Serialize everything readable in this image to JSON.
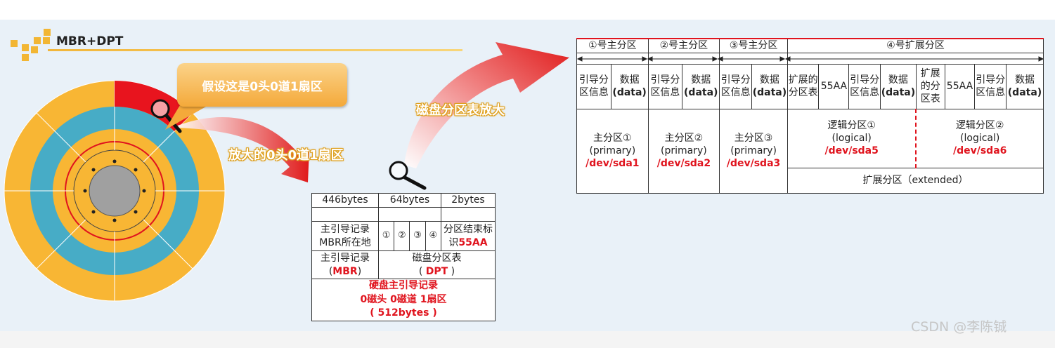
{
  "header": {
    "title": "MBR+DPT"
  },
  "callouts": {
    "sector": "假设这是0头0道1扇区",
    "zoom_sector": "放大的0头0道1扇区",
    "zoom_table": "磁盘分区表放大"
  },
  "mbr_table": {
    "size_446": "446bytes",
    "size_64": "64bytes",
    "size_2": "2bytes",
    "boot_record": "主引导记录MBR所在地",
    "entries": [
      "①",
      "②",
      "③",
      "④"
    ],
    "end_marker_label": "分区结束标识",
    "end_marker_value": "55AA",
    "mbr_label": "主引导记录",
    "mbr_abbr": "MBR",
    "dpt_label": "磁盘分区表",
    "dpt_abbr": "DPT",
    "footer_line1": "硬盘主引导记录",
    "footer_line2": "0磁头 0磁道 1扇区",
    "footer_line3": "512bytes"
  },
  "partition_table": {
    "headers": [
      "①号主分区",
      "②号主分区",
      "③号主分区",
      "④号扩展分区"
    ],
    "boot_info": "引导分区信息",
    "data_label": "数据",
    "data_en": "(data)",
    "ext_table": "扩展的分区表",
    "magic": "55AA",
    "primary": [
      {
        "name": "主分区①",
        "type": "(primary)",
        "dev": "/dev/sda1"
      },
      {
        "name": "主分区②",
        "type": "(primary)",
        "dev": "/dev/sda2"
      },
      {
        "name": "主分区③",
        "type": "(primary)",
        "dev": "/dev/sda3"
      }
    ],
    "logical": [
      {
        "name": "逻辑分区①",
        "type": "(logical)",
        "dev": "/dev/sda5"
      },
      {
        "name": "逻辑分区②",
        "type": "(logical)",
        "dev": "/dev/sda6"
      }
    ],
    "extended": "扩展分区（extended）"
  },
  "watermark": "CSDN @李陈铖",
  "colors": {
    "accent_red": "#e0141e",
    "disk_orange": "#f8b634",
    "disk_teal": "#47acc6"
  }
}
